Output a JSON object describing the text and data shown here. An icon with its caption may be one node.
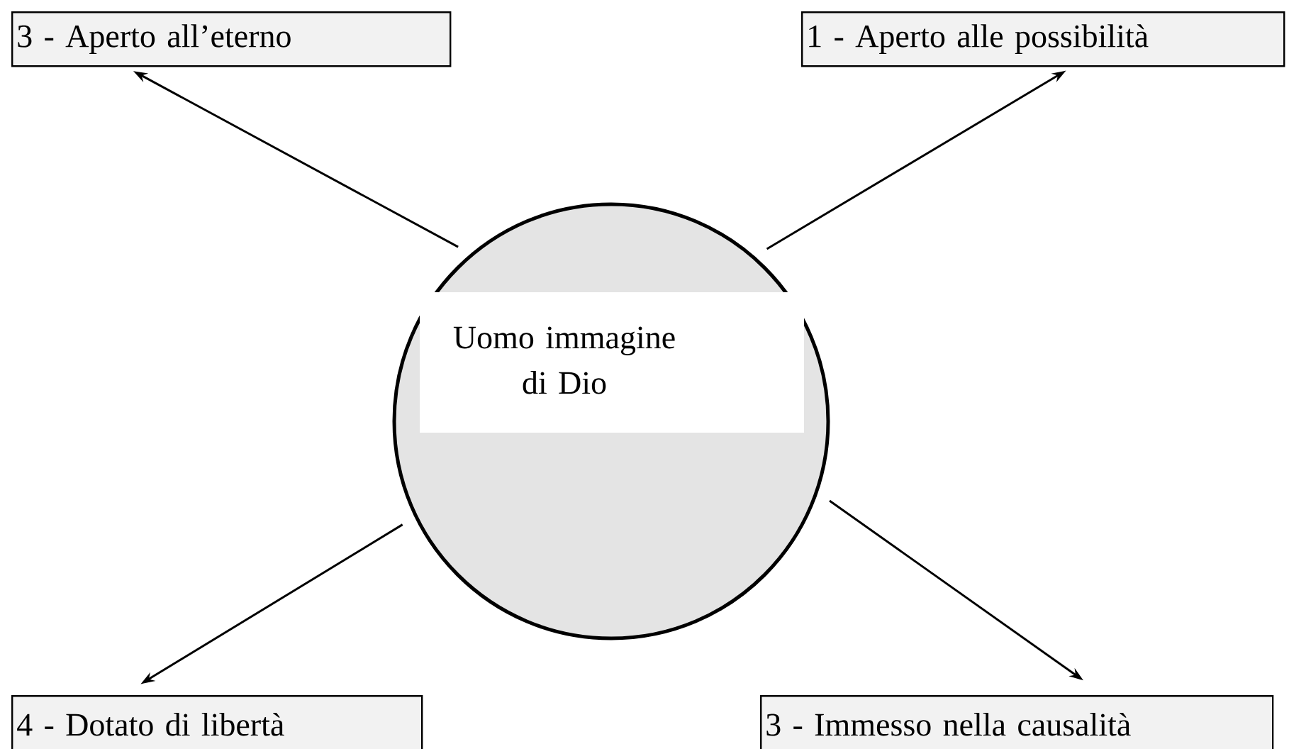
{
  "diagram": {
    "nodes": [
      {
        "text": [
          "3 - Aperto all’eterno"
        ]
      },
      {
        "text": [
          "1 - Aperto alle possibilità"
        ]
      },
      {
        "text": [
          "Uomo immagine di Dio"
        ]
      },
      {
        "text": [
          "4 -  Dotato di libertà"
        ]
      },
      {
        "text": [
          "3 - Immesso nella causalità"
        ]
      }
    ],
    "edges": [
      {
        "from": 2,
        "to": 0,
        "arrow": "to"
      },
      {
        "from": 2,
        "to": 1,
        "arrow": "to"
      },
      {
        "from": 2,
        "to": 3,
        "arrow": "to"
      },
      {
        "from": 2,
        "to": 4,
        "arrow": "to"
      }
    ]
  }
}
